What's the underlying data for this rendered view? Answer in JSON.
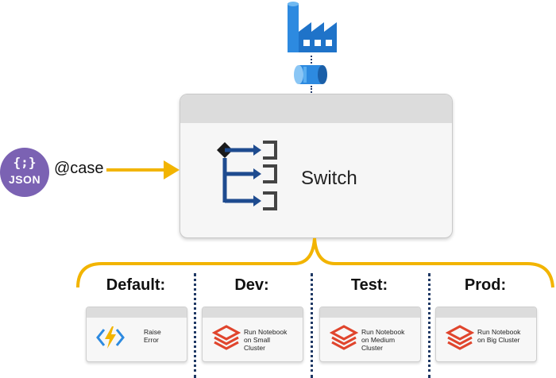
{
  "input": {
    "json_label": "JSON",
    "json_braces": "{;}",
    "case_label": "@case"
  },
  "switch": {
    "title": "Switch"
  },
  "cases": [
    {
      "label": "Default:",
      "activity": "Raise\nError",
      "icon": "function-lightning-icon"
    },
    {
      "label": "Dev:",
      "activity": "Run Notebook\non Small\nCluster",
      "icon": "databricks-icon"
    },
    {
      "label": "Test:",
      "activity": "Run Notebook\non Medium\nCluster",
      "icon": "databricks-icon"
    },
    {
      "label": "Prod:",
      "activity": "Run Notebook\non Big Cluster",
      "icon": "databricks-icon"
    }
  ],
  "colors": {
    "brace": "#f2b400",
    "json": "#7b62b3",
    "switch_icon": "#1e4b8f",
    "databricks": "#e0452d",
    "factory": "#1f73c9"
  }
}
